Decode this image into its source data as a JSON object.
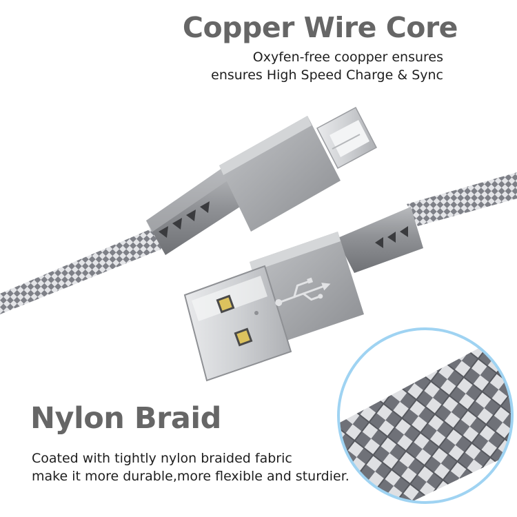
{
  "copper": {
    "title": "Copper Wire Core",
    "lines": [
      "Oxyfen-free coopper ensures",
      "ensures High Speed Charge & Sync"
    ]
  },
  "nylon": {
    "title": "Nylon Braid",
    "lines": [
      "Coated with tightly nylon braided fabric",
      "make it more durable,more flexible and sturdier."
    ]
  },
  "colors": {
    "heading": "#666666",
    "body_text": "#1e1e1e",
    "aluminum_shell": "#8e9094",
    "braid_dark": "#7d7f86",
    "braid_light": "#e6e7ea",
    "zoom_ring": "#9fd3f2",
    "gold_pins": "#dcc25e"
  },
  "icons": [
    "usb-icon"
  ]
}
